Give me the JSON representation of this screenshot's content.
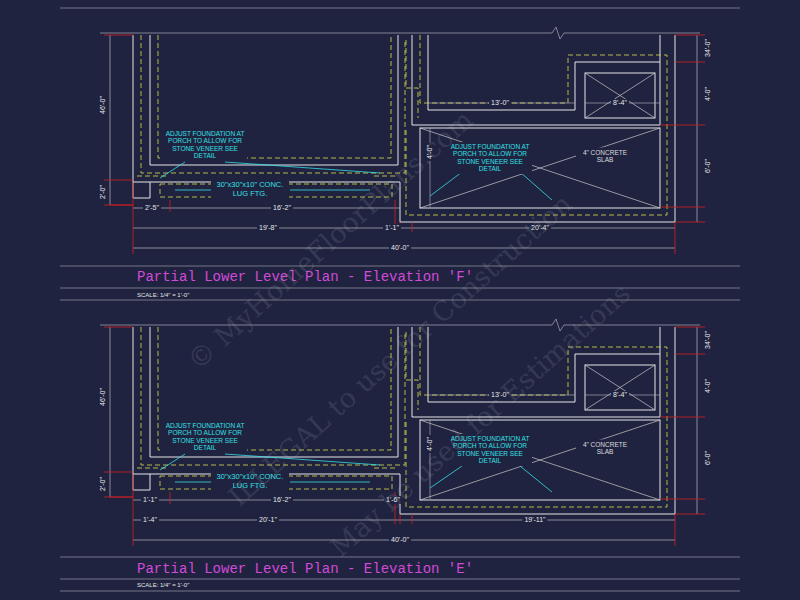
{
  "diagram": {
    "labels": [
      "46'-0\"",
      "2'-0\"",
      "34'-0\"",
      "4'-0\"",
      "6'-0\"",
      "ADJUST FOUNDATION AT PORCH TO ALLOW FOR STONE VENEER SEE DETAIL",
      "ADJUST FOUNDATION AT PORCH TO ALLOW FOR STONE VENEER SEE DETAIL",
      "30\"x30\"x10\" CONC. LUG FTG.",
      "2'-5\"",
      "16'-2\"",
      "19'-8\"",
      "1'-1\"",
      "20'-4\"",
      "40'-0\"",
      "13'-0\"",
      "8'-4\"",
      "4\" CONCRETE SLAB",
      "4'-0\"",
      "Partial Lower Level Plan - Elevation 'F'",
      "SCALE: 1/4\" = 1'-0\"",
      "46'-0\"",
      "2'-0\"",
      "34'-0\"",
      "4'-0\"",
      "6'-0\"",
      "ADJUST FOUNDATION AT PORCH TO ALLOW FOR STONE VENEER SEE DETAIL",
      "ADJUST FOUNDATION AT PORCH TO ALLOW FOR STONE VENEER SEE DETAIL",
      "30\"x30\"x10\" CONC. LUG FTG.",
      "1'-1\"",
      "16'-2\"",
      "1'-6\"",
      "1'-4\"",
      "20'-1\"",
      "19'-11\"",
      "40'-0\"",
      "13'-0\"",
      "8'-4\"",
      "4\" CONCRETE SLAB",
      "4'-0\"",
      "Partial Lower Level Plan - Elevation 'E'",
      "SCALE: 1/4\" = 1'-0\"",
      "© MyHomeFloorPlans.com",
      "ILLEGAL to use for Construction",
      "May be used for Estimations"
    ]
  }
}
